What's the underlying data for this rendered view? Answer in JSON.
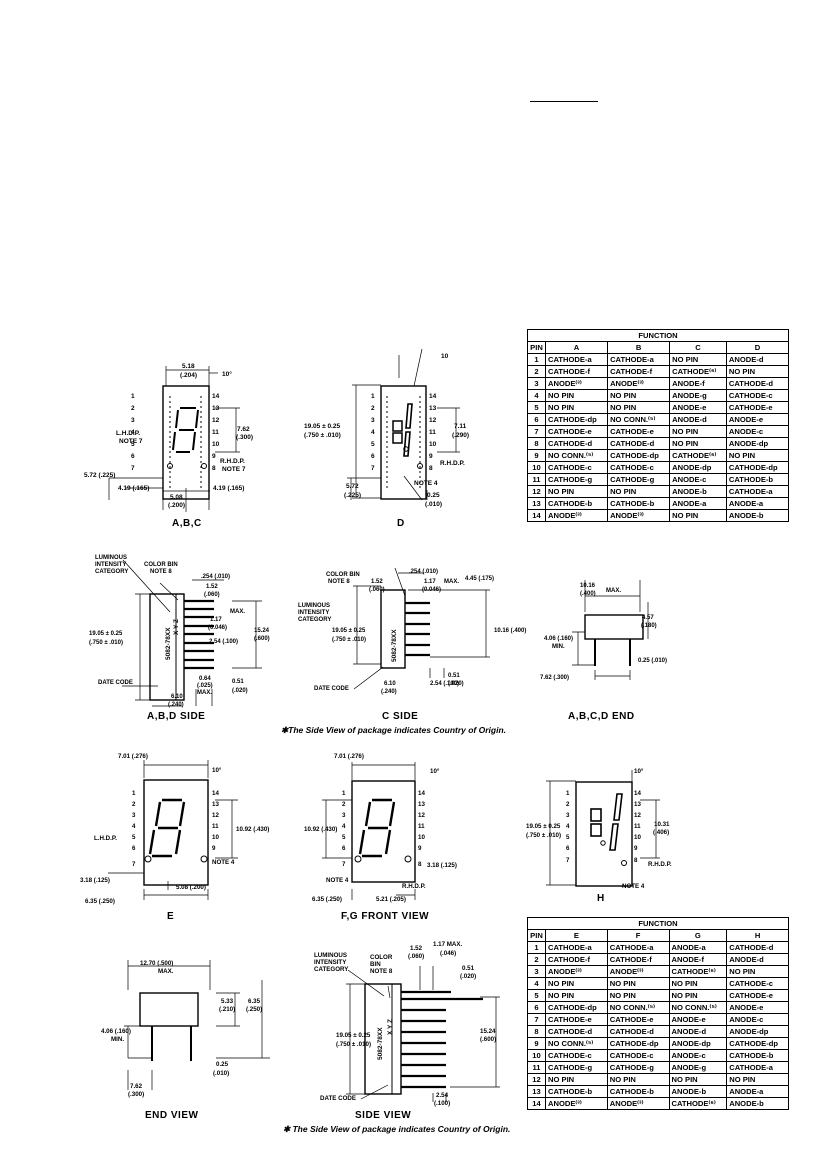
{
  "captions": {
    "abc": "A,B,C",
    "d": "D",
    "abd_side": "A,B,D  SIDE",
    "c_side": "C  SIDE",
    "end_top": "A,B,C,D  END",
    "side_note_top": "✱The Side View of package indicates Country of Origin.",
    "e": "E",
    "fg_front": "F,G  FRONT VIEW",
    "h": "H",
    "end_view": "END VIEW",
    "side_view": "SIDE VIEW",
    "side_note_bottom": "✱ The Side View of package indicates Country of Origin."
  },
  "drawing_labels": {
    "dim_518": "5.18",
    "dim_204": "(.204)",
    "deg10": "10°",
    "ten": "10",
    "lhdp": "L.H.D.P.",
    "note7": "NOTE 7",
    "rhdp": "R.H.D.P.",
    "note4": "NOTE 4",
    "dim_762": "7.62",
    "dim_300": "(.300)",
    "dim_572": "5.72 (.225)",
    "dim_419": "4.19 (.165)",
    "dim_508": "5.08",
    "dim_200": "(.200)",
    "dim_1905": "19.05 ± 0.25",
    "dim_750": "(.750 ± .010)",
    "dim_711": "7.11",
    "dim_290": "(.290)",
    "dim_572b": "5.72",
    "dim_225": "(.225)",
    "dim_025": "0.25",
    "dim_010": "(.010)",
    "lum1": "LUMINOUS",
    "lum2": "INTENSITY",
    "lum3": "CATEGORY",
    "cbin": "COLOR BIN",
    "note8": "NOTE 8",
    "date_code": "DATE CODE",
    "dim_254": ".254 (.010)",
    "dim_152": "1.52",
    "dim_060": "(.060)",
    "dim_117": "1.17",
    "dim_046": "(0.046)",
    "max": "MAX.",
    "dim_254b": "2.54 (.100)",
    "dim_1524": "15.24",
    "dim_600": "(.600)",
    "dim_064": "0.64",
    "dim_025b": "(.025)",
    "dim_051": "0.51",
    "dim_020": "(.020)",
    "dim_610": "6.10",
    "dim_240": "(.240)",
    "dim_445": "4.45 (.175)",
    "dim_1016": "10.16 (.400)",
    "dim_1016b": "10.16",
    "dim_400": "(.400)",
    "dim_457": "4.57",
    "dim_180": "(.180)",
    "dim_406": "4.06 (.160)",
    "min": "MIN.",
    "dim_762b": "7.62 (.300)",
    "dim_025c": "0.25 (.010)",
    "dim_701": "7.01 (.276)",
    "dim_1092": "10.92 (.430)",
    "dim_318": "3.18 (.125)",
    "dim_508b": "5.08 (.200)",
    "dim_635": "6.35 (.250)",
    "dim_521": "5.21 (.205)",
    "dim_1031": "10.31",
    "dim_406b": "(.406)",
    "dim_1270": "12.70 (.500)",
    "dim_533": "5.33",
    "dim_210": "(.210)",
    "dim_635b": "6.35",
    "dim_250": "(.250)",
    "dim_117max": "1.17 MAX.",
    "part": "5082-78XX",
    "xyz": "X Y Z",
    "w": "W"
  },
  "table_top": {
    "title": "FUNCTION",
    "headers": [
      "PIN",
      "A",
      "B",
      "C",
      "D"
    ],
    "rows": [
      [
        "1",
        "CATHODE-a",
        "CATHODE-a",
        "NO PIN",
        "ANODE-d"
      ],
      [
        "2",
        "CATHODE-f",
        "CATHODE-f",
        "CATHODE⁽⁶⁾",
        "NO PIN"
      ],
      [
        "3",
        "ANODE⁽³⁾",
        "ANODE⁽³⁾",
        "ANODE-f",
        "CATHODE-d"
      ],
      [
        "4",
        "NO PIN",
        "NO PIN",
        "ANODE-g",
        "CATHODE-c"
      ],
      [
        "5",
        "NO PIN",
        "NO PIN",
        "ANODE-e",
        "CATHODE-e"
      ],
      [
        "6",
        "CATHODE-dp",
        "NO CONN.⁽⁵⁾",
        "ANODE-d",
        "ANODE-e"
      ],
      [
        "7",
        "CATHODE-e",
        "CATHODE-e",
        "NO PIN",
        "ANODE-c"
      ],
      [
        "8",
        "CATHODE-d",
        "CATHODE-d",
        "NO PIN",
        "ANODE-dp"
      ],
      [
        "9",
        "NO CONN.⁽⁵⁾",
        "CATHODE-dp",
        "CATHODE⁽⁶⁾",
        "NO PIN"
      ],
      [
        "10",
        "CATHODE-c",
        "CATHODE-c",
        "ANODE-dp",
        "CATHODE-dp"
      ],
      [
        "11",
        "CATHODE-g",
        "CATHODE-g",
        "ANODE-c",
        "CATHODE-b"
      ],
      [
        "12",
        "NO PIN",
        "NO PIN",
        "ANODE-b",
        "CATHODE-a"
      ],
      [
        "13",
        "CATHODE-b",
        "CATHODE-b",
        "ANODE-a",
        "ANODE-a"
      ],
      [
        "14",
        "ANODE⁽³⁾",
        "ANODE⁽³⁾",
        "NO PIN",
        "ANODE-b"
      ]
    ]
  },
  "table_bottom": {
    "title": "FUNCTION",
    "headers": [
      "PIN",
      "E",
      "F",
      "G",
      "H"
    ],
    "rows": [
      [
        "1",
        "CATHODE-a",
        "CATHODE-a",
        "ANODE-a",
        "CATHODE-d"
      ],
      [
        "2",
        "CATHODE-f",
        "CATHODE-f",
        "ANODE-f",
        "ANODE-d"
      ],
      [
        "3",
        "ANODE⁽³⁾",
        "ANODE⁽³⁾",
        "CATHODE⁽⁶⁾",
        "NO PIN"
      ],
      [
        "4",
        "NO PIN",
        "NO PIN",
        "NO PIN",
        "CATHODE-c"
      ],
      [
        "5",
        "NO PIN",
        "NO PIN",
        "NO PIN",
        "CATHODE-e"
      ],
      [
        "6",
        "CATHODE-dp",
        "NO CONN.⁽⁵⁾",
        "NO CONN.⁽⁵⁾",
        "ANODE-e"
      ],
      [
        "7",
        "CATHODE-e",
        "CATHODE-e",
        "ANODE-e",
        "ANODE-c"
      ],
      [
        "8",
        "CATHODE-d",
        "CATHODE-d",
        "ANODE-d",
        "ANODE-dp"
      ],
      [
        "9",
        "NO CONN.⁽⁵⁾",
        "CATHODE-dp",
        "ANODE-dp",
        "CATHODE-dp"
      ],
      [
        "10",
        "CATHODE-c",
        "CATHODE-c",
        "ANODE-c",
        "CATHODE-b"
      ],
      [
        "11",
        "CATHODE-g",
        "CATHODE-g",
        "ANODE-g",
        "CATHODE-a"
      ],
      [
        "12",
        "NO PIN",
        "NO PIN",
        "NO PIN",
        "NO PIN"
      ],
      [
        "13",
        "CATHODE-b",
        "CATHODE-b",
        "ANODE-b",
        "ANODE-a"
      ],
      [
        "14",
        "ANODE⁽³⁾",
        "ANODE⁽³⁾",
        "CATHODE⁽⁶⁾",
        "ANODE-b"
      ]
    ]
  }
}
